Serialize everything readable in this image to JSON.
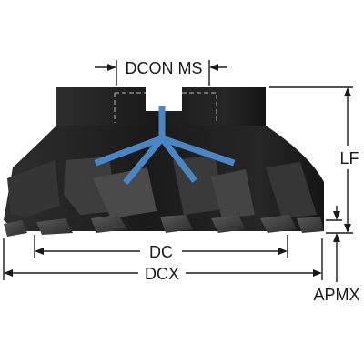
{
  "labels": {
    "dcon": "DCON MS",
    "lf": "LF",
    "dc": "DC",
    "dcx": "DCX",
    "apmx": "APMX"
  },
  "colors": {
    "body": "#1c1c1c",
    "body_shade": "#2b2b2b",
    "insert": "#3a3a3a",
    "coolant": "#4a86c6",
    "dimension": "#1a1a1a",
    "background": "#ffffff"
  }
}
